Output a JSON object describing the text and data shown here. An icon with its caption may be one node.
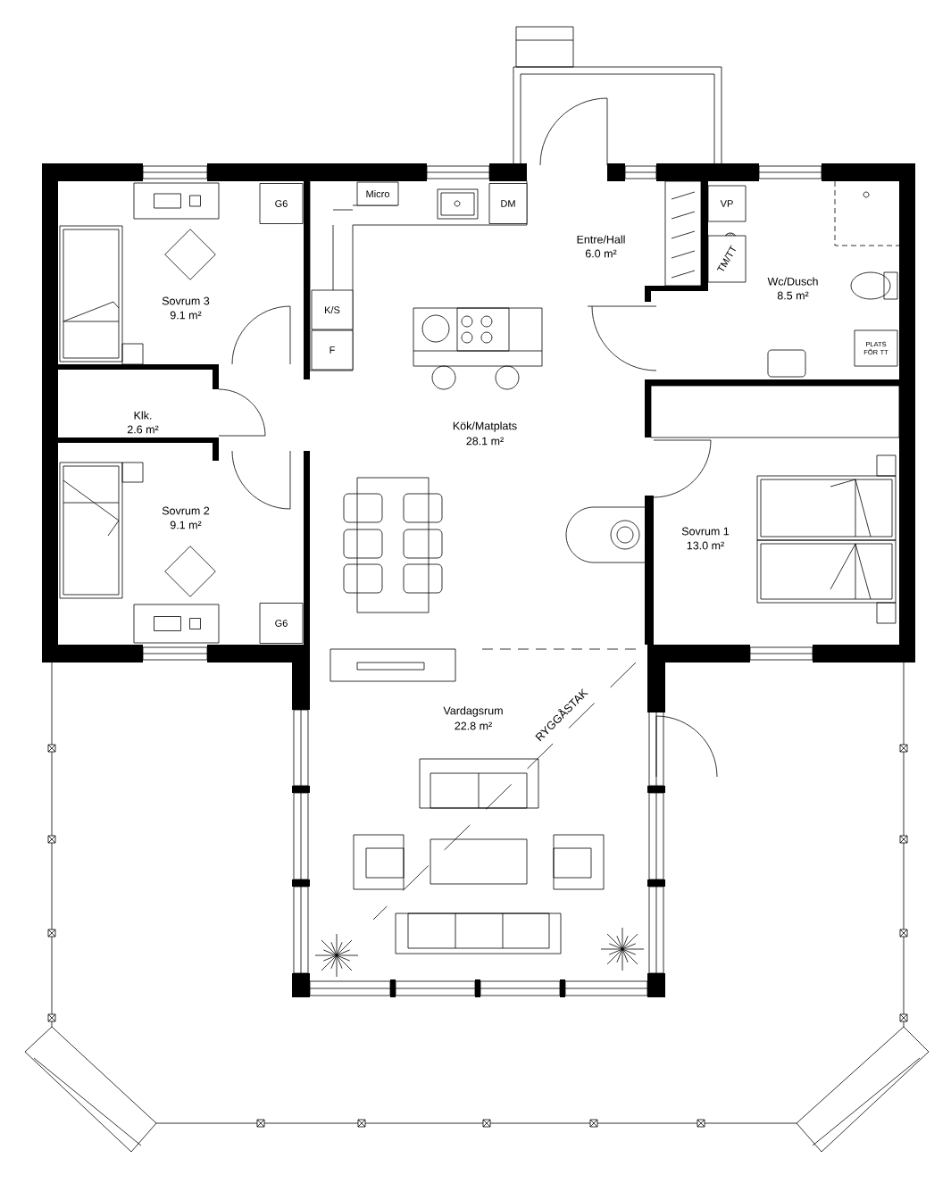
{
  "diagram": {
    "nodes": [
      {
        "text": [
          "G6"
        ]
      },
      {
        "text": [
          "Micro"
        ]
      },
      {
        "text": [
          "DM"
        ]
      },
      {
        "text": [
          "VP"
        ]
      },
      {
        "text": [
          "TM/TT"
        ]
      },
      {
        "text": [
          "K/S"
        ]
      },
      {
        "text": [
          "PLATS FÖR TT"
        ]
      },
      {
        "text": [
          "F"
        ]
      },
      {
        "text": [
          "G6"
        ]
      }
    ],
    "labels": [
      "Sovrum 3",
      "9.1 m²",
      "Entre/Hall",
      "6.0 m²",
      "Wc/Dusch",
      "8.5 m²",
      "Klk.",
      "2.6 m²",
      "Kök/Matplats",
      "28.1 m²",
      "Sovrum 2",
      "9.1 m²",
      "Sovrum 1",
      "13.0 m²",
      "Vardagsrum",
      "22.8 m²",
      "RYGGÅSTAK"
    ]
  }
}
